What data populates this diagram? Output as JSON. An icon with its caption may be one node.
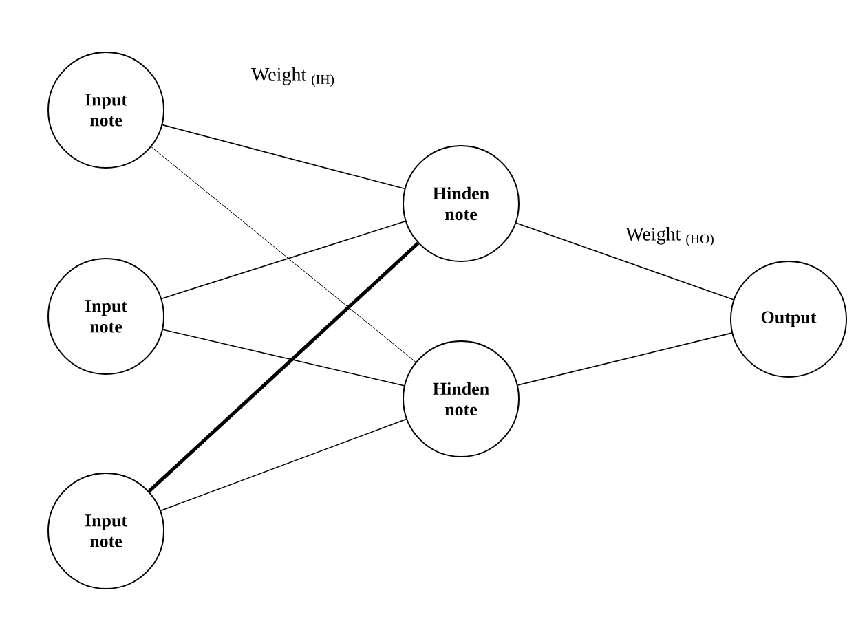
{
  "diagram": {
    "nodes": [
      {
        "text": [
          "Input note"
        ]
      },
      {
        "text": [
          "Input note"
        ]
      },
      {
        "text": [
          "Input note"
        ]
      },
      {
        "text": [
          "Hinden note"
        ]
      },
      {
        "text": [
          "Hinden note"
        ]
      },
      {
        "text": [
          "Output"
        ]
      }
    ],
    "edges": [
      {
        "from": 0,
        "to": 3,
        "arrow": "none"
      },
      {
        "from": 0,
        "to": 4,
        "arrow": "none"
      },
      {
        "from": 1,
        "to": 3,
        "arrow": "none"
      },
      {
        "from": 1,
        "to": 4,
        "arrow": "none"
      },
      {
        "from": 2,
        "to": 3,
        "arrow": "none",
        "style": "thick"
      },
      {
        "from": 2,
        "to": 4,
        "arrow": "none"
      },
      {
        "from": 3,
        "to": 5,
        "arrow": "none"
      },
      {
        "from": 4,
        "to": 5,
        "arrow": "none"
      }
    ],
    "labels": [
      "Weight $_{(IH)}$",
      "Weight $_{(HO)}$"
    ]
  }
}
